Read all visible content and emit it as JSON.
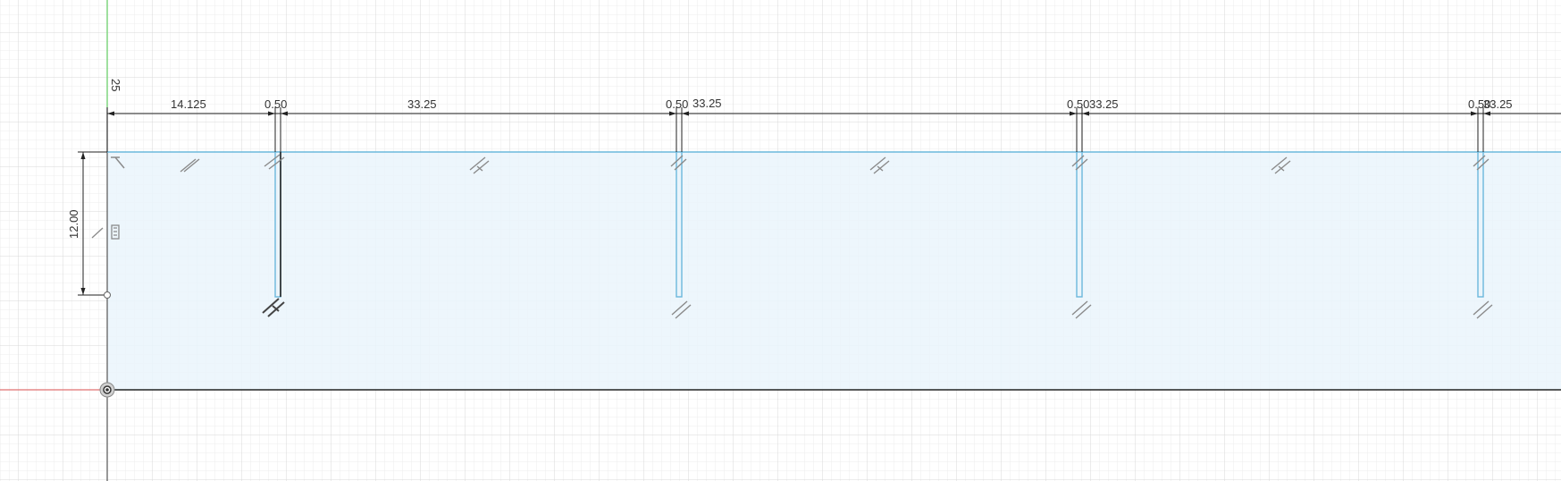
{
  "dimensions": {
    "vertical_top": "25",
    "horizontal": [
      "14.125",
      "0.50",
      "33.25",
      "0.50",
      "33.25",
      "0.50",
      "33.25",
      "0.50",
      "33.25"
    ],
    "vertical_left": "12.00"
  },
  "colors": {
    "background": "#ffffff",
    "grid_minor": "#ececec",
    "grid_major": "#d9d9d9",
    "profile_fill": "#eaf4fb",
    "profile_edge": "#6bb8dc",
    "sketch_line": "#222222",
    "x_axis": "#e07070",
    "y_axis": "#7fd67f",
    "constraint_icon": "#8a8a8a"
  },
  "icons": [
    "origin-point-icon",
    "horizontal-constraint-icon",
    "parallel-constraint-icon",
    "coincident-constraint-icon",
    "fix-constraint-icon"
  ]
}
